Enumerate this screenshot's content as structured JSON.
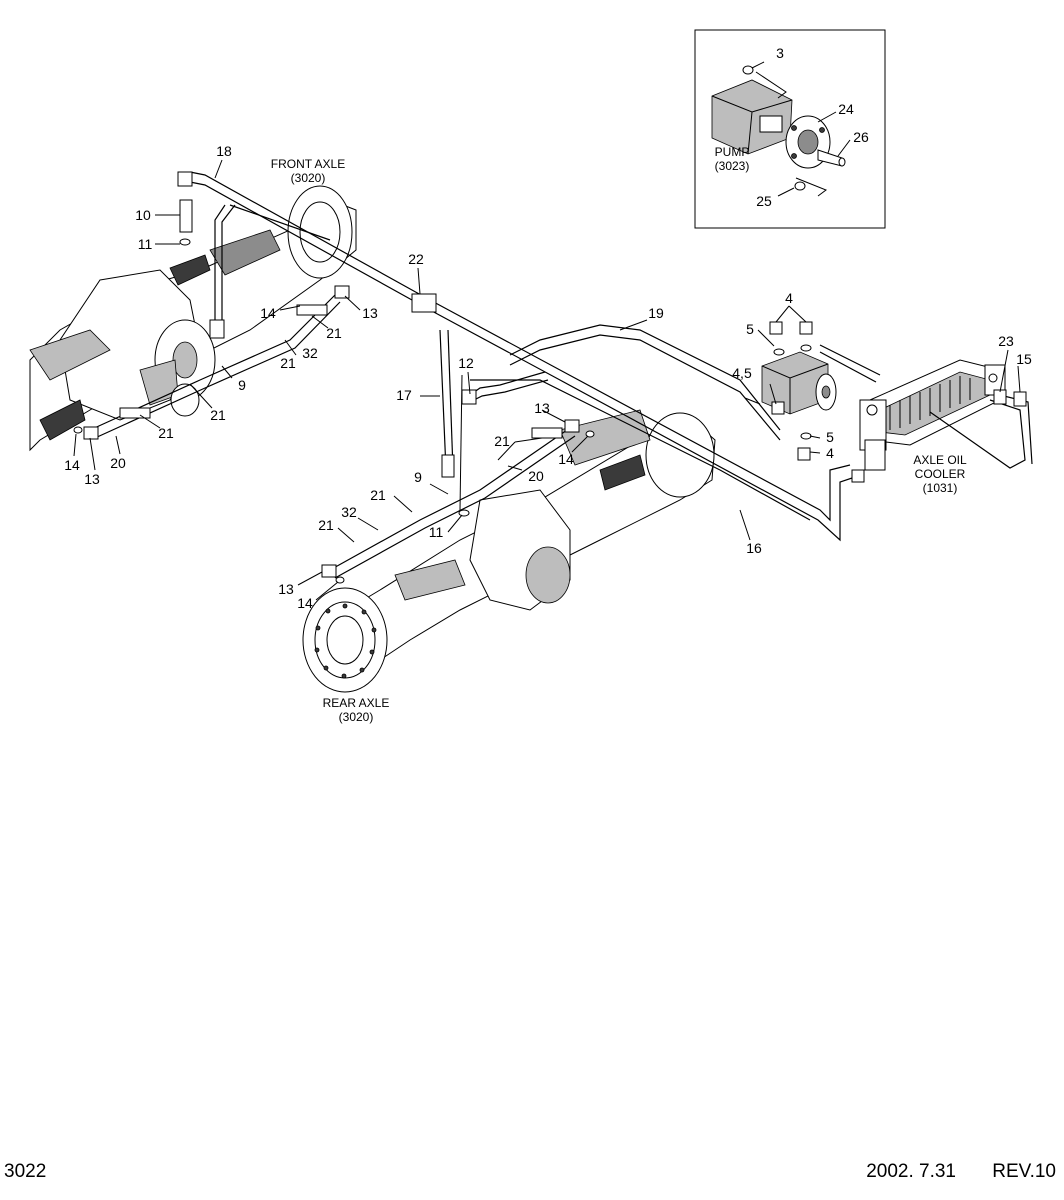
{
  "captions": {
    "front_axle": [
      "FRONT AXLE",
      "(3020)"
    ],
    "rear_axle": [
      "REAR AXLE",
      "(3020)"
    ],
    "pump": [
      "PUMP",
      "(3023)"
    ],
    "axle_oil_cooler": [
      "AXLE OIL",
      "COOLER",
      "(1031)"
    ]
  },
  "callouts": [
    {
      "id": "c3",
      "text": "3"
    },
    {
      "id": "c24",
      "text": "24"
    },
    {
      "id": "c26",
      "text": "26"
    },
    {
      "id": "c25",
      "text": "25"
    },
    {
      "id": "c18",
      "text": "18"
    },
    {
      "id": "c10",
      "text": "10"
    },
    {
      "id": "c11a",
      "text": "11"
    },
    {
      "id": "c22",
      "text": "22"
    },
    {
      "id": "c14a",
      "text": "14"
    },
    {
      "id": "c13a",
      "text": "13"
    },
    {
      "id": "c21a",
      "text": "21"
    },
    {
      "id": "c21b",
      "text": "21"
    },
    {
      "id": "c32a",
      "text": "32"
    },
    {
      "id": "c9a",
      "text": "9"
    },
    {
      "id": "c21c",
      "text": "21"
    },
    {
      "id": "c21d",
      "text": "21"
    },
    {
      "id": "c20a",
      "text": "20"
    },
    {
      "id": "c14b",
      "text": "14"
    },
    {
      "id": "c13b",
      "text": "13"
    },
    {
      "id": "c19",
      "text": "19"
    },
    {
      "id": "c4a",
      "text": "4"
    },
    {
      "id": "c5a",
      "text": "5"
    },
    {
      "id": "c45",
      "text": "4,5"
    },
    {
      "id": "c5b",
      "text": "5"
    },
    {
      "id": "c4b",
      "text": "4"
    },
    {
      "id": "c23",
      "text": "23"
    },
    {
      "id": "c15",
      "text": "15"
    },
    {
      "id": "c12",
      "text": "12"
    },
    {
      "id": "c17",
      "text": "17"
    },
    {
      "id": "c13c",
      "text": "13"
    },
    {
      "id": "c14c",
      "text": "14"
    },
    {
      "id": "c21e",
      "text": "21"
    },
    {
      "id": "c20b",
      "text": "20"
    },
    {
      "id": "c9b",
      "text": "9"
    },
    {
      "id": "c21f",
      "text": "21"
    },
    {
      "id": "c32b",
      "text": "32"
    },
    {
      "id": "c21g",
      "text": "21"
    },
    {
      "id": "c11b",
      "text": "11"
    },
    {
      "id": "c16",
      "text": "16"
    },
    {
      "id": "c13d",
      "text": "13"
    },
    {
      "id": "c14d",
      "text": "14"
    }
  ],
  "footer": {
    "page_code": "3022",
    "date": "2002. 7.31",
    "revision": "REV.10"
  }
}
